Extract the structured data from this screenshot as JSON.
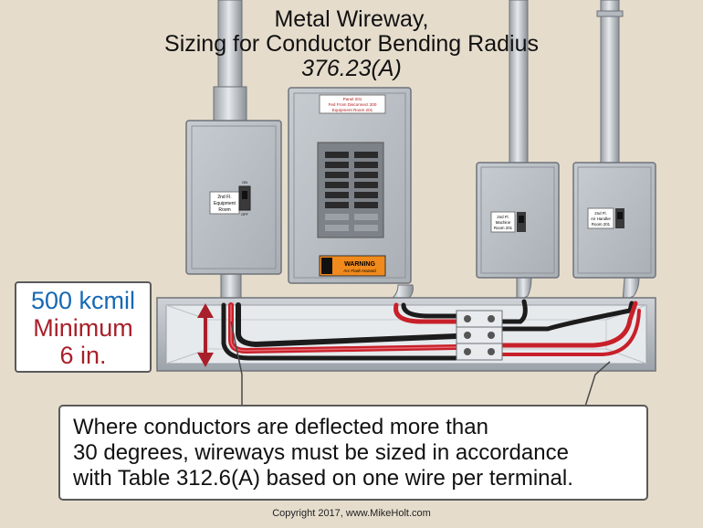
{
  "title": {
    "line1": "Metal Wireway,",
    "line2": "Sizing for Conductor Bending Radius",
    "line3": "376.23(A)"
  },
  "callout": {
    "size": "500 kcmil",
    "minimum": "Minimum",
    "dimension": "6 in."
  },
  "note": {
    "line1": "Where conductors are deflected more than",
    "line2": "30 degrees, wireways must be sized in accordance",
    "line3": "with Table 312.6(A) based on one wire per terminal."
  },
  "panel_label": {
    "line1": "Panel 201",
    "line2": "Fed From Disconnect 200",
    "line3": "Equipment Room 201"
  },
  "warning_label": {
    "title": "WARNING",
    "sub": "Arc Flash Hazard"
  },
  "disconnect_labels": {
    "left": [
      "2nd Fl.",
      "Equipment",
      "Room"
    ],
    "mid": [
      "2nd Fl.",
      "Machine",
      "Room 201"
    ],
    "right": [
      "2nd Fl.",
      "Air Handler",
      "Room 201"
    ]
  },
  "switch_labels": {
    "on": "ON",
    "off": "OFF"
  },
  "copyright": "Copyright 2017, www.MikeHolt.com",
  "colors": {
    "background": "#e5dccc",
    "box": "#b9bfc5",
    "wire_red": "#c8202a",
    "wire_black": "#1c1c1c",
    "dimension_arrow": "#a8202a",
    "callout_blue": "#1669b5"
  }
}
